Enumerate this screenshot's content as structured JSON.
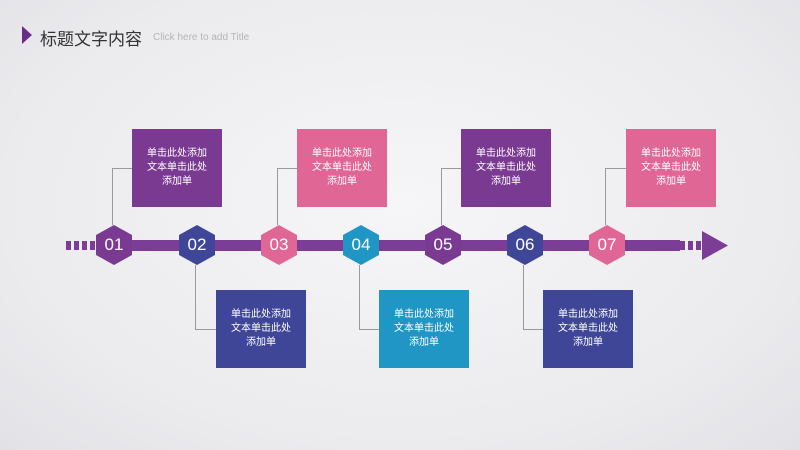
{
  "header": {
    "title": "标题文字内容",
    "subtitle": "Click here to add Title"
  },
  "colors": {
    "purple": "#7a3a92",
    "navy": "#3f4697",
    "pink": "#e06795",
    "teal": "#1f96c4",
    "arrow": "#7b3d95"
  },
  "steps": [
    {
      "num": "01",
      "text": "单击此处添加文本单击此处添加单",
      "color": "#7a3a92"
    },
    {
      "num": "02",
      "text": "单击此处添加文本单击此处添加单",
      "color": "#3f4697"
    },
    {
      "num": "03",
      "text": "单击此处添加文本单击此处添加单",
      "color": "#e06795"
    },
    {
      "num": "04",
      "text": "单击此处添加文本单击此处添加单",
      "color": "#1f96c4"
    },
    {
      "num": "05",
      "text": "单击此处添加文本单击此处添加单",
      "color": "#7a3a92"
    },
    {
      "num": "06",
      "text": "单击此处添加文本单击此处添加单",
      "color": "#3f4697"
    },
    {
      "num": "07",
      "text": "单击此处添加文本单击此处添加单",
      "color": "#e06795"
    }
  ]
}
